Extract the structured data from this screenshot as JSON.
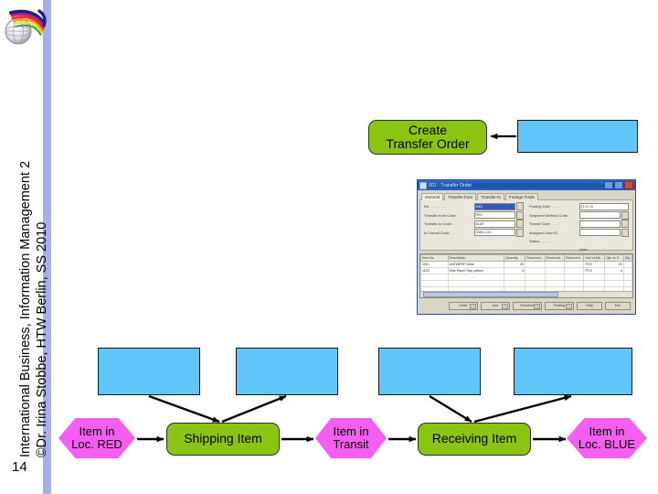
{
  "slide": {
    "page_number": "14",
    "sidebar": {
      "line1": "International Business, Information Management 2",
      "line2": "©Dr. Irina Stobbe, HTW Berlin, SS 2010",
      "logo_name": "htw-globe-logo"
    },
    "colors": {
      "blue_box": "#62c5f7",
      "green_box": "#8cc413",
      "magenta_hexagon": "#f55ef0",
      "rail_bar": "#a9aee6",
      "outline": "#16161a"
    }
  },
  "top_row": {
    "process": {
      "label": "Create\nTransfer Order"
    },
    "callout": {
      "label": ""
    },
    "arrow": {
      "from": "callout",
      "to": "process",
      "direction": "left"
    }
  },
  "screenshot": {
    "window_title": "001 - Transfer Order",
    "tabs": [
      {
        "label": "General",
        "active": true
      },
      {
        "label": "Transfer-from"
      },
      {
        "label": "Transfer-to"
      },
      {
        "label": "Foreign Trade"
      }
    ],
    "fields_left": [
      {
        "label": "No. . . . . . . . . . .",
        "value": "1001",
        "selected": true,
        "has_lookup": true
      },
      {
        "label": "Transfer-from Code . .",
        "value": "RED",
        "has_lookup": true
      },
      {
        "label": "Transfer-to Code . . .",
        "value": "BLUE",
        "has_lookup": true
      },
      {
        "label": "In-Transit Code . . . .",
        "value": "OWN LOG.",
        "has_lookup": true
      }
    ],
    "fields_right": [
      {
        "label": "Posting Date . . . . .",
        "value": "21.01.10",
        "has_lookup": false
      },
      {
        "label": "Shipment Method Code .",
        "value": "",
        "has_lookup": true
      },
      {
        "label": "Transit Code . . . . .",
        "value": "",
        "has_lookup": true
      },
      {
        "label": "Assigned User ID . . .",
        "value": "",
        "has_lookup": true
      },
      {
        "label": "Status . . . . . . . .",
        "value": "Open",
        "has_lookup": false
      }
    ],
    "grid": {
      "columns": [
        "Item No.",
        "Description",
        "Quantity",
        "Reserved...",
        "Reserved...",
        "Reserved...",
        "Unit of Me...",
        "Qty. to S...",
        "Qty"
      ],
      "rows": [
        [
          "1001",
          "ANTWERP Desk",
          "20",
          "",
          "",
          "",
          "PCS",
          "20",
          ""
        ],
        [
          "1120",
          "Side Panel Tray, yellow",
          "4",
          "",
          "",
          "",
          "PCS",
          "4",
          ""
        ]
      ],
      "empty_rows": 4
    },
    "buttons": [
      {
        "label": "Order",
        "dropdown": true
      },
      {
        "label": "Line",
        "dropdown": true
      },
      {
        "label": "Functions",
        "dropdown": true
      },
      {
        "label": "Posting",
        "dropdown": true
      },
      {
        "label": "Help",
        "dropdown": false
      },
      {
        "label": "Esc",
        "dropdown": false
      }
    ]
  },
  "flow": {
    "states": [
      {
        "id": "state-red",
        "label": "Item in\nLoc. RED"
      },
      {
        "id": "state-transit",
        "label": "Item in\nTransit"
      },
      {
        "id": "state-blue",
        "label": "Item in\nLoc. BLUE"
      }
    ],
    "activities": [
      {
        "id": "activity-shipping",
        "label": "Shipping Item"
      },
      {
        "id": "activity-receiving",
        "label": "Receiving Item"
      }
    ],
    "callouts": [
      {
        "id": "callout-1",
        "label": ""
      },
      {
        "id": "callout-2",
        "label": ""
      },
      {
        "id": "callout-3",
        "label": ""
      },
      {
        "id": "callout-4",
        "label": ""
      }
    ],
    "sequence": [
      "Item in Loc. RED",
      "Shipping Item",
      "Item in Transit",
      "Receiving Item",
      "Item in Loc. BLUE"
    ]
  }
}
